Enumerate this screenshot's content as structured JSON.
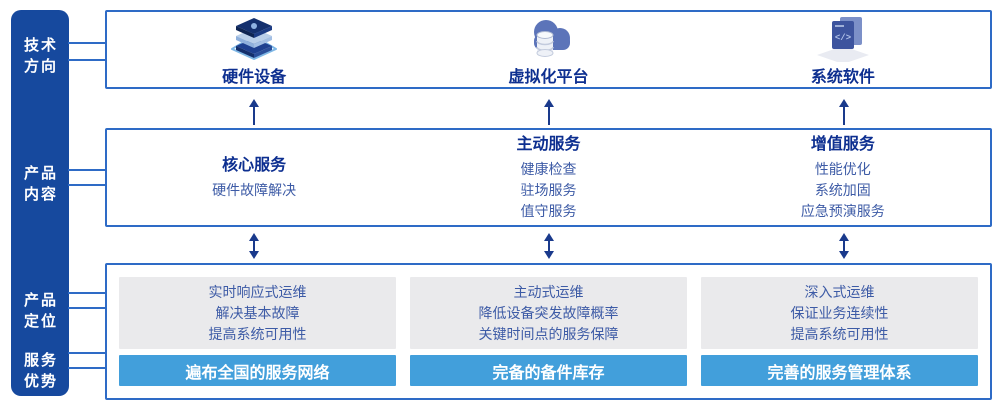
{
  "sidebar": {
    "items": [
      {
        "line1": "技术",
        "line2": "方向"
      },
      {
        "line1": "产品",
        "line2": "内容"
      },
      {
        "line1": "产品",
        "line2": "定位"
      },
      {
        "line1": "服务",
        "line2": "优势"
      }
    ]
  },
  "tech": {
    "columns": [
      {
        "icon": "server-stack-icon",
        "label": "硬件设备"
      },
      {
        "icon": "cloud-database-icon",
        "label": "虚拟化平台"
      },
      {
        "icon": "code-window-icon",
        "label": "系统软件"
      }
    ]
  },
  "content": {
    "columns": [
      {
        "title": "核心服务",
        "items": [
          "硬件故障解决"
        ]
      },
      {
        "title": "主动服务",
        "items": [
          "健康检查",
          "驻场服务",
          "值守服务"
        ]
      },
      {
        "title": "增值服务",
        "items": [
          "性能优化",
          "系统加固",
          "应急预演服务"
        ]
      }
    ]
  },
  "bottom": {
    "columns": [
      {
        "lines": [
          "实时响应式运维",
          "解决基本故障",
          "提高系统可用性"
        ],
        "bar": "遍布全国的服务网络"
      },
      {
        "lines": [
          "主动式运维",
          "降低设备突发故障概率",
          "关键时间点的服务保障"
        ],
        "bar": "完备的备件库存"
      },
      {
        "lines": [
          "深入式运维",
          "保证业务连续性",
          "提高系统可用性"
        ],
        "bar": "完善的服务管理体系"
      }
    ]
  },
  "colors": {
    "sidebar_bg": "#16499E",
    "panel_border": "#2E6BC6",
    "title_navy": "#0D2F90",
    "body_blue": "#3D5BA6",
    "gray_box": "#EAEAEC",
    "bar_blue": "#429FDB",
    "arrow_navy": "#1A3A8C"
  }
}
